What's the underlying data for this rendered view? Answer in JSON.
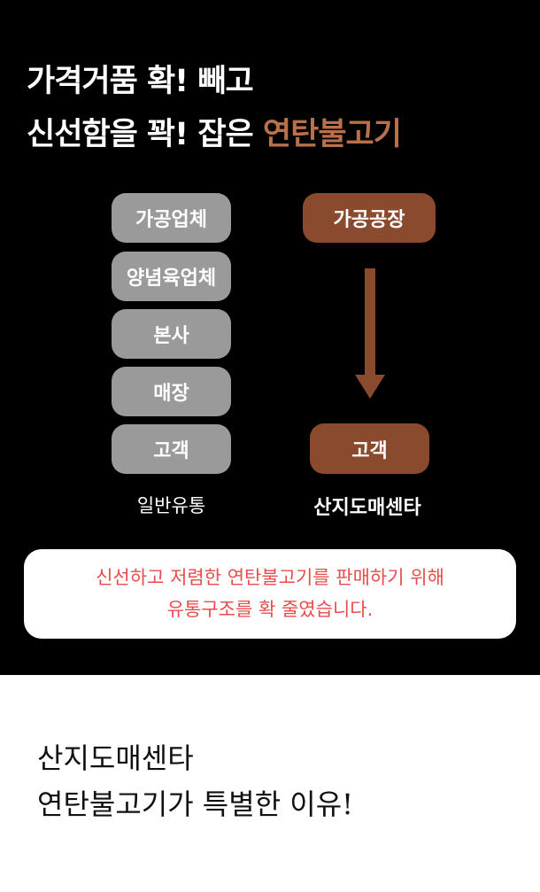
{
  "headline": {
    "line1": "가격거품 확! 빼고",
    "line2_prefix": "신선함을 꽉! 잡은 ",
    "line2_accent": "연탄불고기"
  },
  "general_flow": {
    "steps": [
      "가공업체",
      "양념육업체",
      "본사",
      "매장",
      "고객"
    ],
    "label": "일반유통"
  },
  "sanjido_flow": {
    "steps": [
      "가공공장",
      "고객"
    ],
    "label": "산지도매센타"
  },
  "note": {
    "line1": "신선하고 저렴한 연탄불고기를 판매하기 위해",
    "line2": "유통구조를 확 줄였습니다."
  },
  "bottom": {
    "line1": "산지도매센타",
    "line2": "연탄불고기가 특별한 이유!"
  },
  "colors": {
    "accent": "#b8714a",
    "brown_box": "#8a4a2e",
    "gray_box": "#9a9a9a",
    "note_text": "#e84d4d"
  }
}
